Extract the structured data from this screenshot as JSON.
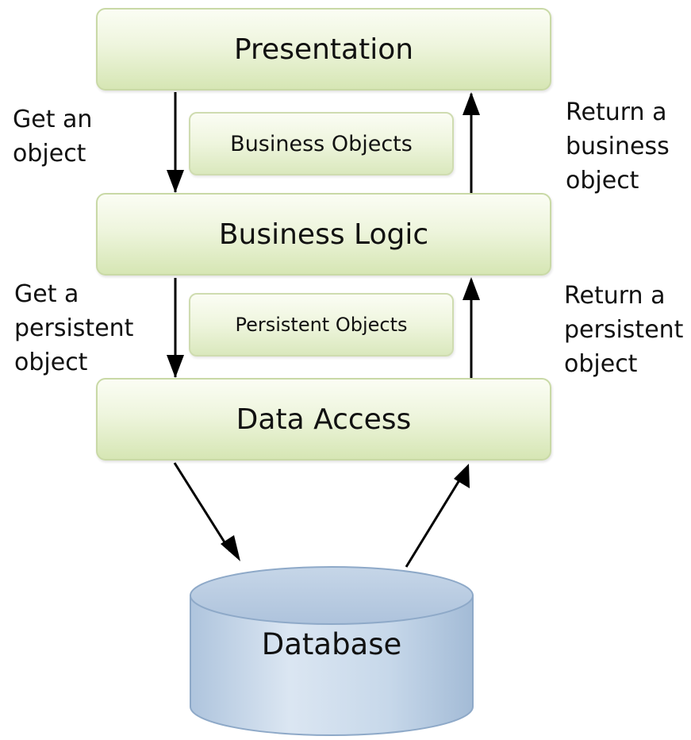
{
  "layers": {
    "presentation": "Presentation",
    "business_logic": "Business Logic",
    "data_access": "Data Access"
  },
  "objects": {
    "business_objects": "Business Objects",
    "persistent_objects": "Persistent Objects"
  },
  "database": {
    "label": "Database"
  },
  "annotations": {
    "get_object": [
      "Get an",
      "object"
    ],
    "return_business_object": [
      "Return a",
      "business",
      "object"
    ],
    "get_persistent_object": [
      "Get a",
      "persistent",
      "object"
    ],
    "return_persistent_object": [
      "Return a",
      "persistent",
      "object"
    ]
  },
  "colors": {
    "layer_fill_top": "#fbfdf4",
    "layer_fill_bottom": "#d6e6b4",
    "layer_border": "#c9d9a6",
    "database_fill": "#c7d8ea",
    "database_border": "#8ea9c8",
    "arrow": "#000000"
  }
}
